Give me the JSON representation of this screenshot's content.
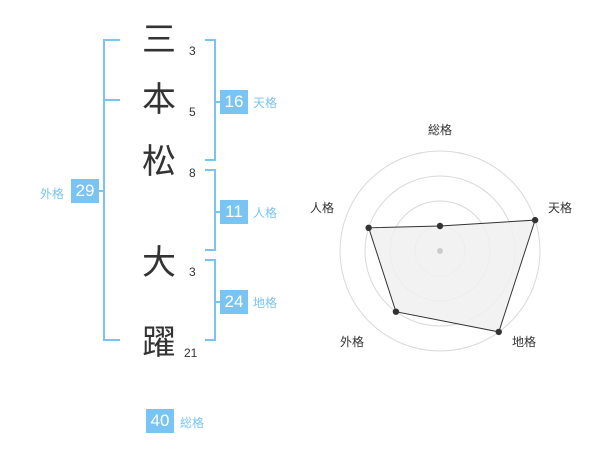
{
  "colors": {
    "accent": "#79c4f2",
    "label": "#79c4f2",
    "text": "#333333",
    "bracket": "#79c4f2",
    "ring": "#d9d9d9",
    "fill": "#f0f0f0",
    "line": "#333333"
  },
  "name": {
    "chars": [
      {
        "char": "三",
        "strokes": "3"
      },
      {
        "char": "本",
        "strokes": "5"
      },
      {
        "char": "松",
        "strokes": "8"
      },
      {
        "char": "大",
        "strokes": "3"
      },
      {
        "char": "躍",
        "strokes": "21"
      }
    ]
  },
  "fortunes": {
    "tenkaku": {
      "value": "16",
      "label": "天格"
    },
    "jinkaku": {
      "value": "11",
      "label": "人格"
    },
    "chikaku": {
      "value": "24",
      "label": "地格"
    },
    "gaikaku": {
      "value": "29",
      "label": "外格"
    },
    "soukaku": {
      "value": "40",
      "label": "総格"
    }
  },
  "chart_data": {
    "type": "radar",
    "axes": [
      "総格",
      "天格",
      "地格",
      "外格",
      "人格"
    ],
    "values": [
      1,
      4,
      4,
      3,
      3
    ],
    "max": 4,
    "rings": 4
  }
}
